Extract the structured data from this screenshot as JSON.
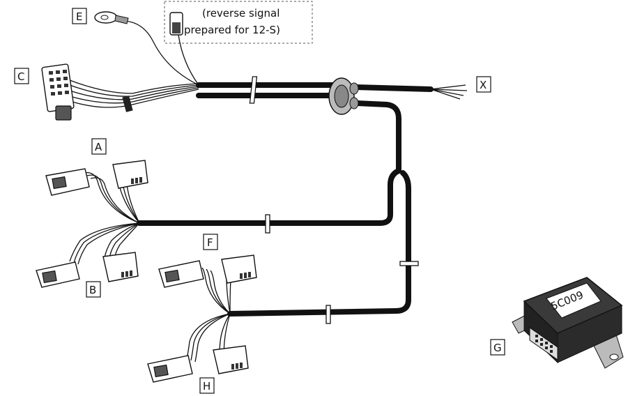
{
  "labels": {
    "A": "A",
    "B": "B",
    "C": "C",
    "E": "E",
    "F": "F",
    "G": "G",
    "H": "H",
    "X": "X"
  },
  "note": {
    "line1": "(reverse signal",
    "line2": "prepared for 12-S)"
  },
  "module_marking": "5C009"
}
